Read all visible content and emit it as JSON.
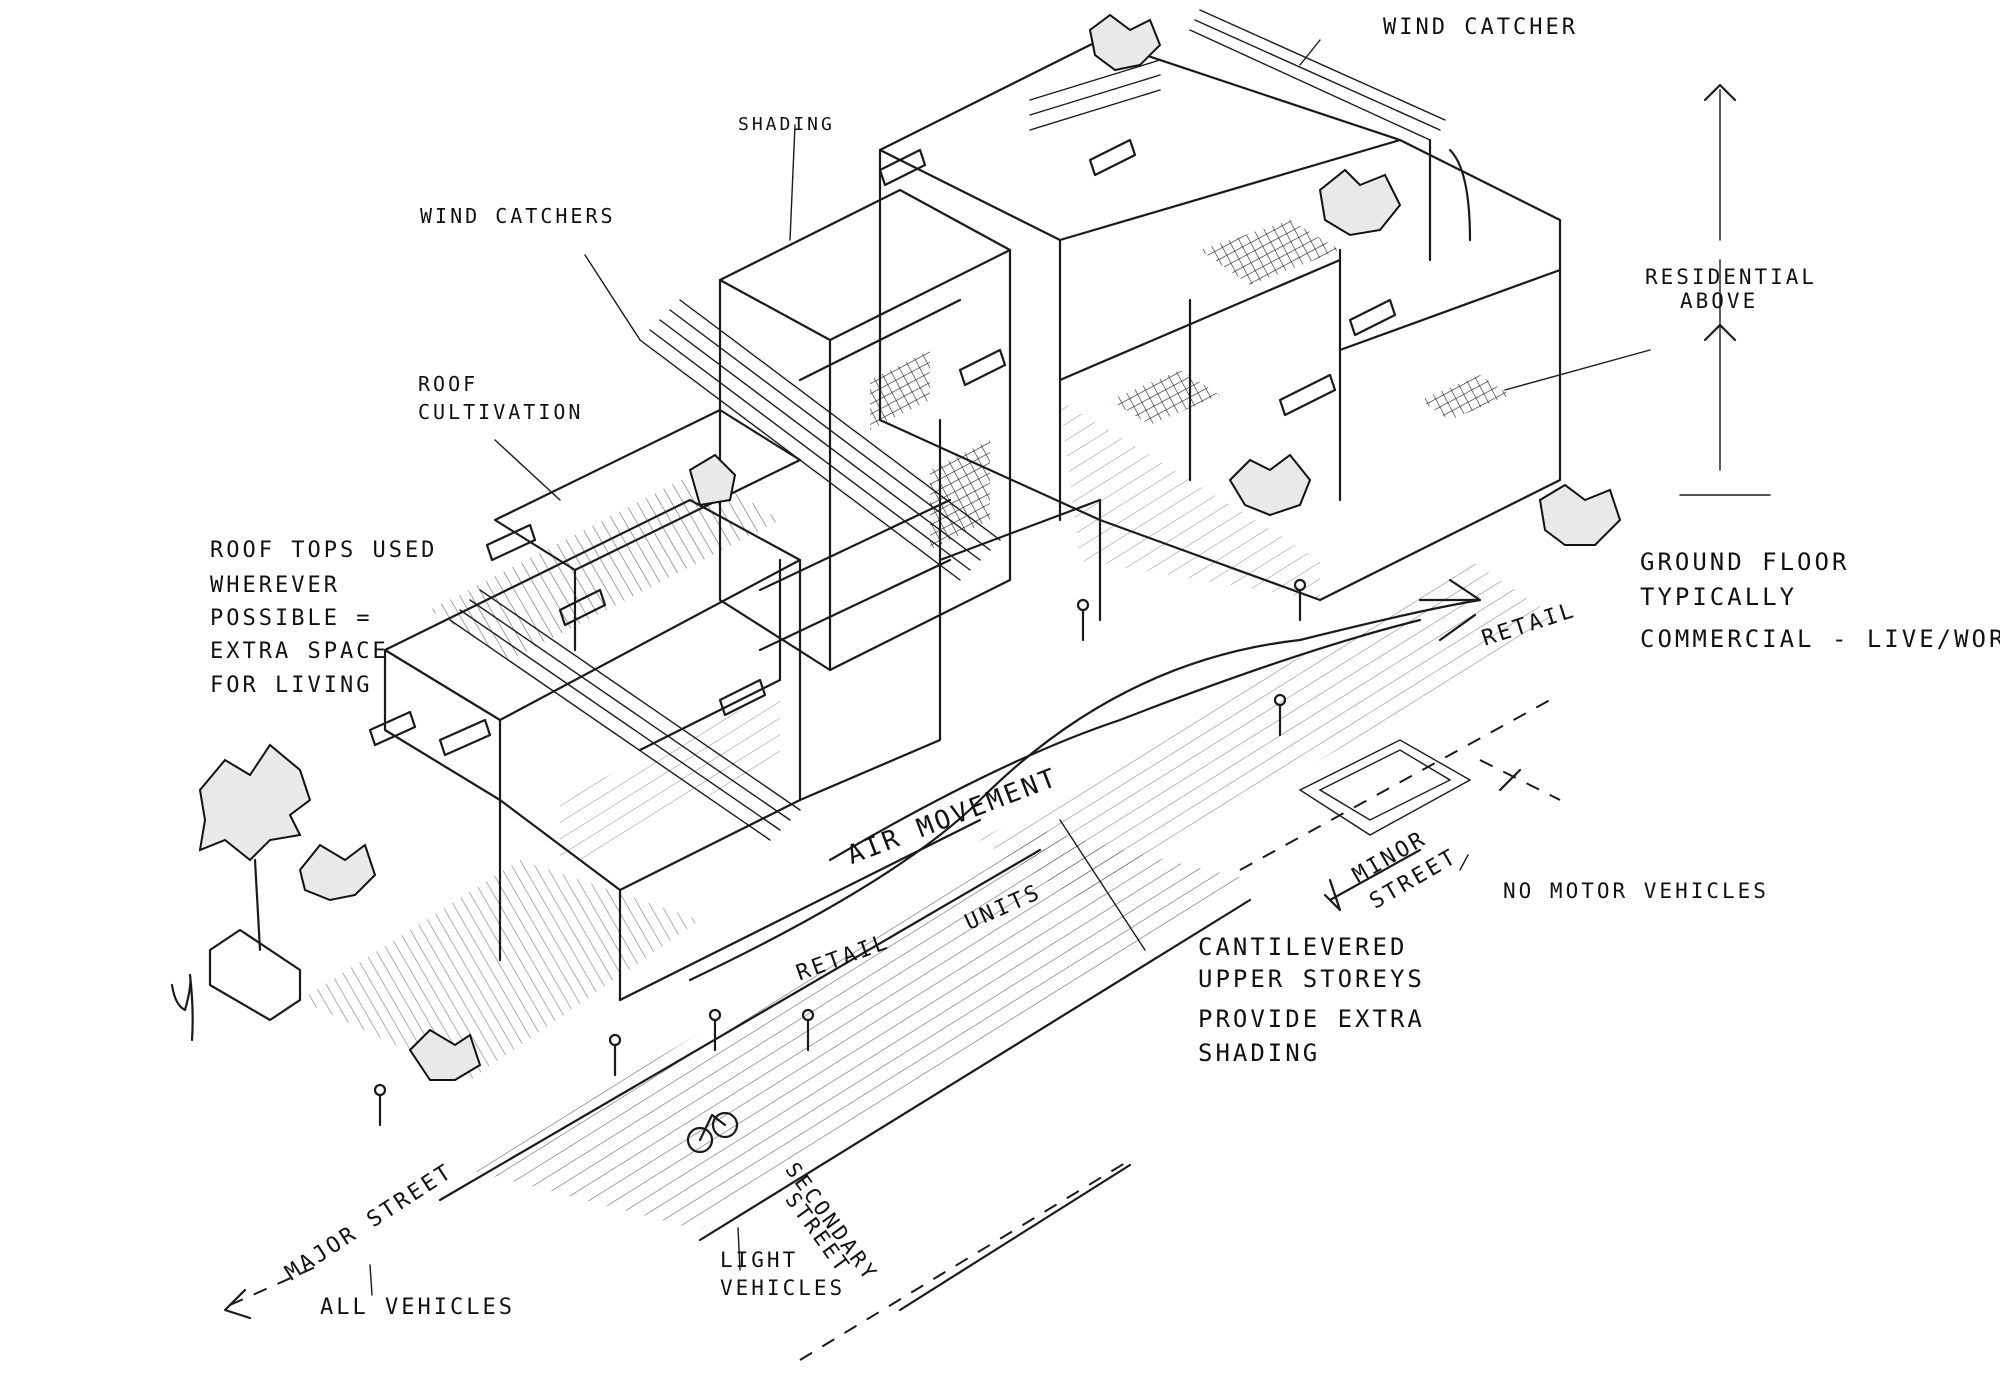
{
  "annotations": {
    "wind_catcher": "WIND CATCHER",
    "shading": "SHADING",
    "wind_catchers": "WIND CATCHERS",
    "roof_cultivation_1": "ROOF",
    "roof_cultivation_2": "CULTIVATION",
    "residential_1": "RESIDENTIAL",
    "residential_2": "ABOVE",
    "roof_tops_1": "ROOF TOPS USED",
    "roof_tops_2": "WHEREVER",
    "roof_tops_3": "POSSIBLE =",
    "roof_tops_4": "EXTRA SPACE",
    "roof_tops_5": "FOR LIVING",
    "ground_floor_1": "GROUND FLOOR",
    "ground_floor_2": "TYPICALLY",
    "ground_floor_3": "COMMERCIAL - LIVE/WORK",
    "air_movement": "AIR MOVEMENT",
    "units": "UNITS",
    "retail_front": "RETAIL",
    "retail_back": "RETAIL",
    "cantilevered_1": "CANTILEVERED",
    "cantilevered_2": "UPPER STOREYS",
    "cantilevered_3": "PROVIDE EXTRA",
    "cantilevered_4": "SHADING",
    "minor_street_1": "MINOR",
    "minor_street_2": "STREET",
    "no_motor": "NO MOTOR VEHICLES",
    "major_street": "MAJOR STREET",
    "all_vehicles": "ALL VEHICLES",
    "secondary_street_1": "SECONDARY",
    "secondary_street_2": "STREET",
    "light_vehicles_1": "LIGHT",
    "light_vehicles_2": "VEHICLES"
  },
  "colors": {
    "ink": "#1a1a1a",
    "paper": "#ffffff",
    "foliage": "#e9e9e9"
  },
  "icons": [
    "tree-icon",
    "person-icon",
    "bicycle-icon",
    "car-icon",
    "arrow-up-icon"
  ]
}
